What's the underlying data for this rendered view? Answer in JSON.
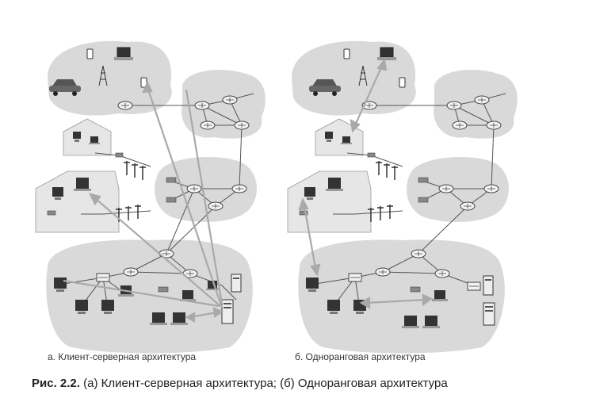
{
  "panels": [
    {
      "id": "a",
      "caption": "а. Клиент-серверная архитектура"
    },
    {
      "id": "b",
      "caption": "б. Одноранговая архитектура"
    }
  ],
  "figure_caption": {
    "label": "Рис. 2.2.",
    "text": "(а) Клиент-серверная архитектура; (б) Одноранговая архитектура"
  },
  "colors": {
    "cloud": "#d9d9d9",
    "house": "#e6e6e6",
    "link": "#555555",
    "router": "#f2f2f2",
    "arrow": "#a9a9a9"
  },
  "icons": [
    "router-icon",
    "laptop-icon",
    "desktop-icon",
    "server-icon",
    "phone-icon",
    "car-icon",
    "cell-tower-icon",
    "house-icon",
    "utility-pole-icon",
    "modem-icon"
  ]
}
